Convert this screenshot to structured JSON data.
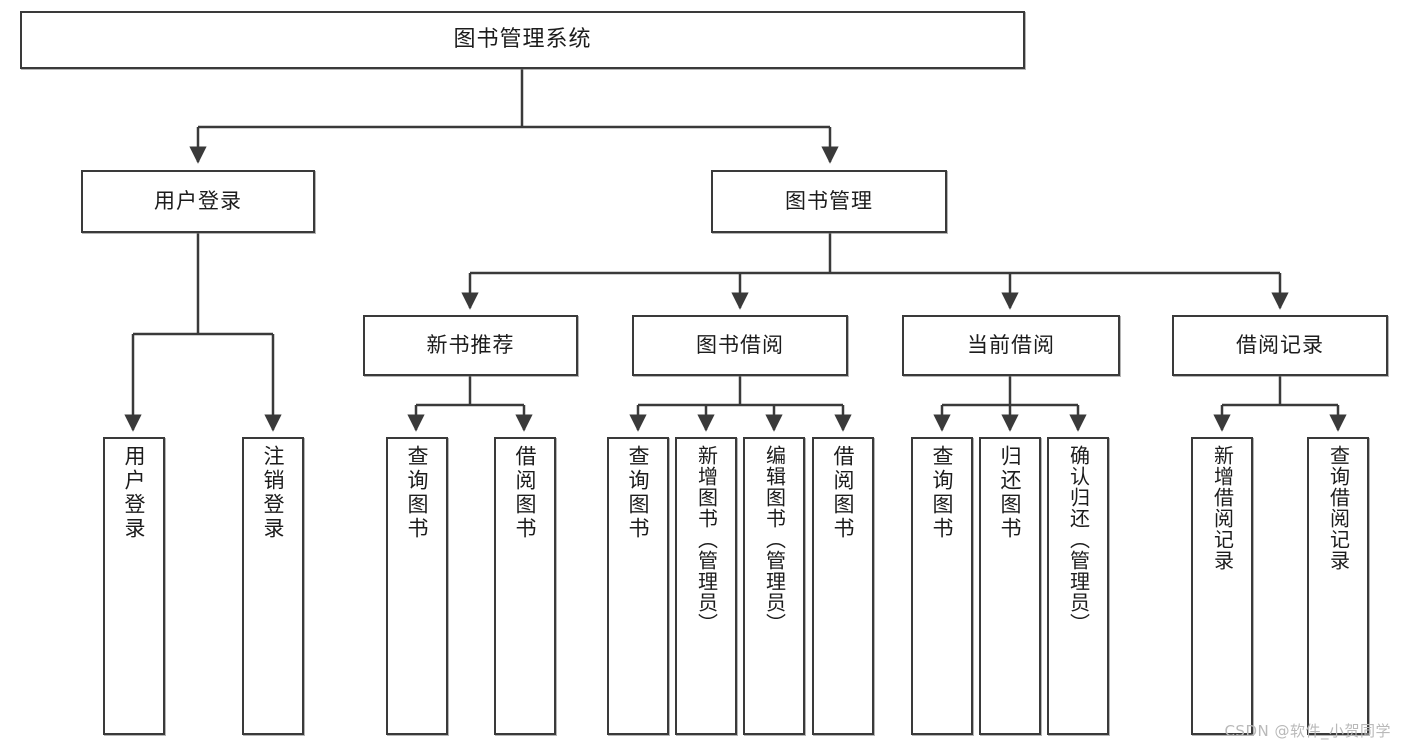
{
  "diagram": {
    "title": "图书管理系统",
    "type": "tree",
    "watermark": "CSDN @软件_小贺同学",
    "colors": {
      "stroke": "#3a3a3a",
      "fill": "#ffffff",
      "text": "#1c1c1c",
      "watermark": "#b9b9b9"
    },
    "root": {
      "label": "图书管理系统"
    },
    "level2": [
      {
        "label": "用户登录"
      },
      {
        "label": "图书管理"
      }
    ],
    "level3": [
      {
        "label": "新书推荐"
      },
      {
        "label": "图书借阅"
      },
      {
        "label": "当前借阅"
      },
      {
        "label": "借阅记录"
      }
    ],
    "leaves": {
      "user_login": [
        {
          "label": "用户登录"
        },
        {
          "label": "注销登录"
        }
      ],
      "new_book_recommend": [
        {
          "label": "查询图书"
        },
        {
          "label": "借阅图书"
        }
      ],
      "book_borrow": [
        {
          "label": "查询图书"
        },
        {
          "label": "新增图书（管理员）"
        },
        {
          "label": "编辑图书（管理员）"
        },
        {
          "label": "借阅图书"
        }
      ],
      "current_borrow": [
        {
          "label": "查询图书"
        },
        {
          "label": "归还图书"
        },
        {
          "label": "确认归还（管理员）"
        }
      ],
      "borrow_record": [
        {
          "label": "新增借阅记录"
        },
        {
          "label": "查询借阅记录"
        }
      ]
    }
  }
}
